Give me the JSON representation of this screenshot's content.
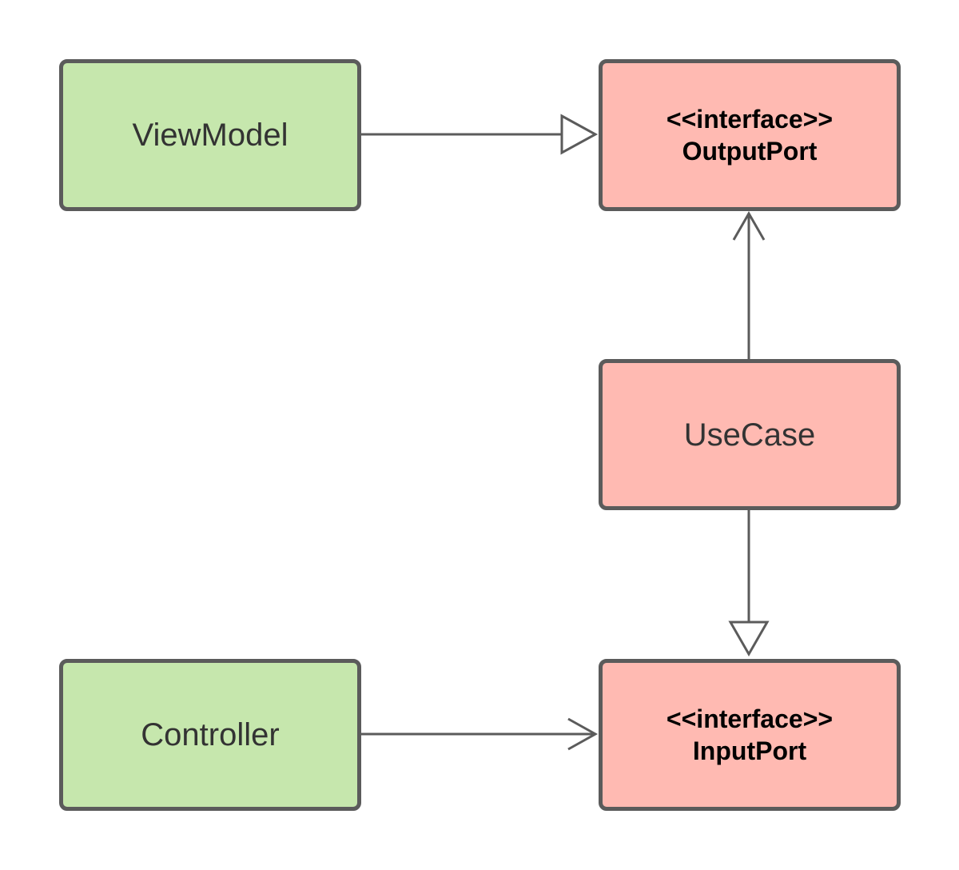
{
  "diagram": {
    "nodes": {
      "viewmodel": {
        "label": "ViewModel"
      },
      "outputport": {
        "stereotype": "<<interface>>",
        "name": "OutputPort"
      },
      "usecase": {
        "label": "UseCase"
      },
      "controller": {
        "label": "Controller"
      },
      "inputport": {
        "stereotype": "<<interface>>",
        "name": "InputPort"
      }
    },
    "edges": [
      {
        "from": "ViewModel",
        "to": "OutputPort",
        "arrowhead": "hollow-triangle"
      },
      {
        "from": "UseCase",
        "to": "OutputPort",
        "arrowhead": "open-arrow"
      },
      {
        "from": "UseCase",
        "to": "InputPort",
        "arrowhead": "hollow-triangle"
      },
      {
        "from": "Controller",
        "to": "InputPort",
        "arrowhead": "open-arrow"
      }
    ],
    "colors": {
      "presentation_fill": "#c6e7ad",
      "usecase_fill": "#ffbab2",
      "stroke": "#5b5b5b",
      "text": "#333333"
    }
  }
}
